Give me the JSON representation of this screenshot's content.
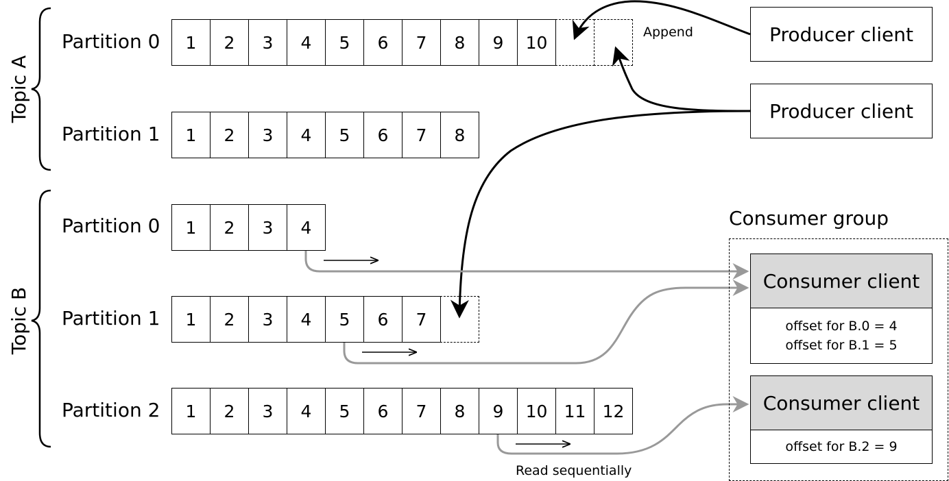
{
  "topics": [
    {
      "label": "Topic A",
      "partitions": [
        {
          "label": "Partition 0",
          "messages": [
            "1",
            "2",
            "3",
            "4",
            "5",
            "6",
            "7",
            "8",
            "9",
            "10"
          ],
          "pending": 2
        },
        {
          "label": "Partition 1",
          "messages": [
            "1",
            "2",
            "3",
            "4",
            "5",
            "6",
            "7",
            "8"
          ],
          "pending": 0
        }
      ]
    },
    {
      "label": "Topic B",
      "partitions": [
        {
          "label": "Partition 0",
          "messages": [
            "1",
            "2",
            "3",
            "4"
          ],
          "pending": 0
        },
        {
          "label": "Partition 1",
          "messages": [
            "1",
            "2",
            "3",
            "4",
            "5",
            "6",
            "7"
          ],
          "pending": 1
        },
        {
          "label": "Partition 2",
          "messages": [
            "1",
            "2",
            "3",
            "4",
            "5",
            "6",
            "7",
            "8",
            "9",
            "10",
            "11",
            "12"
          ],
          "pending": 0
        }
      ]
    }
  ],
  "producers": [
    {
      "label": "Producer client"
    },
    {
      "label": "Producer client"
    }
  ],
  "consumer_group": {
    "title": "Consumer group",
    "consumers": [
      {
        "label": "Consumer client",
        "offsets": [
          "offset for B.0 = 4",
          "offset for B.1 = 5"
        ]
      },
      {
        "label": "Consumer client",
        "offsets": [
          "offset for B.2 = 9"
        ]
      }
    ]
  },
  "annotations": {
    "append": "Append",
    "read_sequentially": "Read sequentially"
  },
  "colors": {
    "ink": "#000000",
    "consumer_fill": "#d9d9d9",
    "read_arrow": "#999999"
  }
}
